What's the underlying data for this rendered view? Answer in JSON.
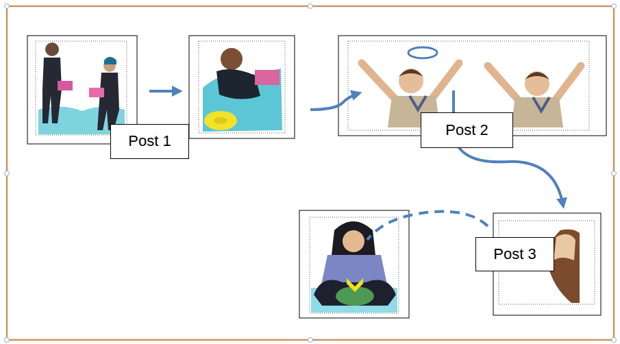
{
  "diagram": {
    "nodes": [
      {
        "text": [
          "Post 1"
        ]
      },
      {
        "text": [
          "Post 2"
        ]
      },
      {
        "text": [
          "Post 3"
        ]
      }
    ]
  }
}
